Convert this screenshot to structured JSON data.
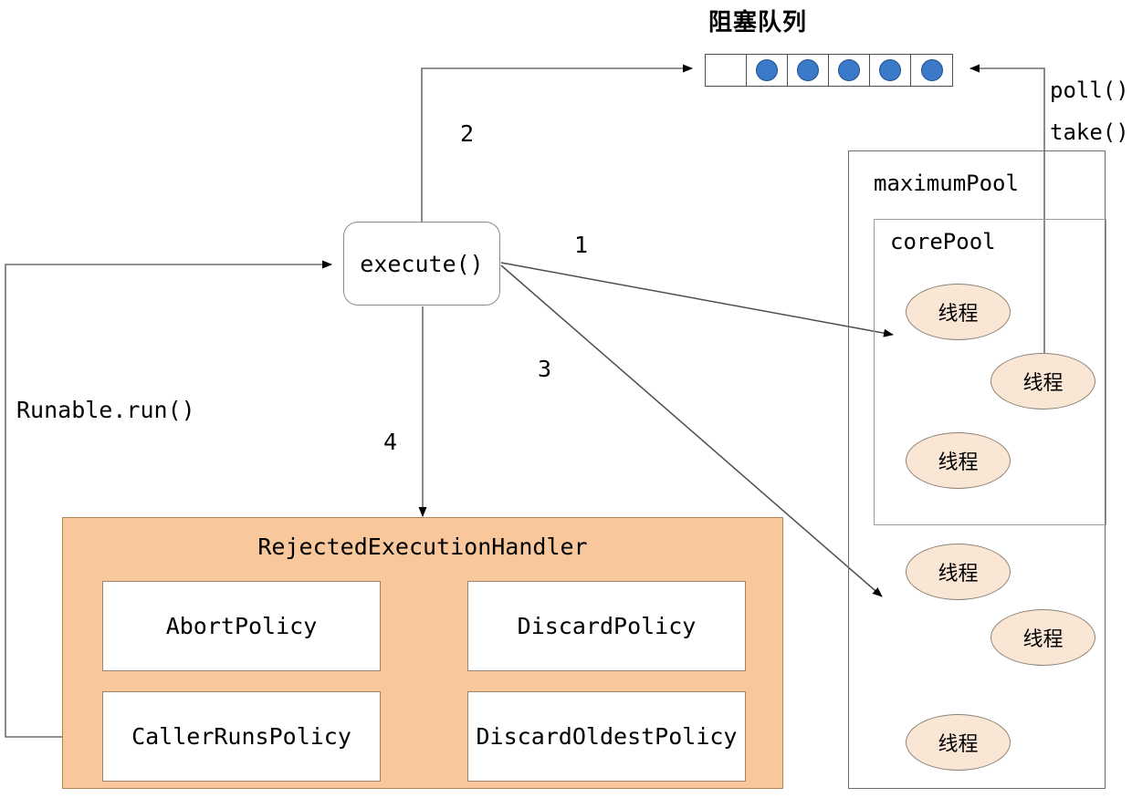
{
  "diagram": {
    "title_text": "阻塞队列",
    "colors": {
      "queue_dot": "#3a7ac8",
      "thread_fill": "#fae6d5",
      "handler_panel": "#f9c79c",
      "line": "#4d4d4d"
    }
  },
  "queue": {
    "label": "阻塞队列",
    "cells": [
      {
        "filled": false
      },
      {
        "filled": true
      },
      {
        "filled": true
      },
      {
        "filled": true
      },
      {
        "filled": true
      },
      {
        "filled": true
      }
    ],
    "out_labels": [
      "poll()",
      "take()"
    ]
  },
  "execute": {
    "label": "execute()"
  },
  "steps": {
    "one": "1",
    "two": "2",
    "three": "3",
    "four": "4"
  },
  "edges": {
    "runnable_run": "Runable.run()"
  },
  "pools": {
    "maximum_label": "maximumPool",
    "core_label": "corePool",
    "thread_label": "线程",
    "core_threads": [
      {
        "label": "线程"
      },
      {
        "label": "线程"
      },
      {
        "label": "线程"
      }
    ],
    "extra_threads": [
      {
        "label": "线程"
      },
      {
        "label": "线程"
      },
      {
        "label": "线程"
      }
    ]
  },
  "handler": {
    "title": "RejectedExecutionHandler",
    "policies": [
      {
        "name": "AbortPolicy"
      },
      {
        "name": "DiscardPolicy"
      },
      {
        "name": "CallerRunsPolicy"
      },
      {
        "name": "DiscardOldestPolicy"
      }
    ]
  }
}
